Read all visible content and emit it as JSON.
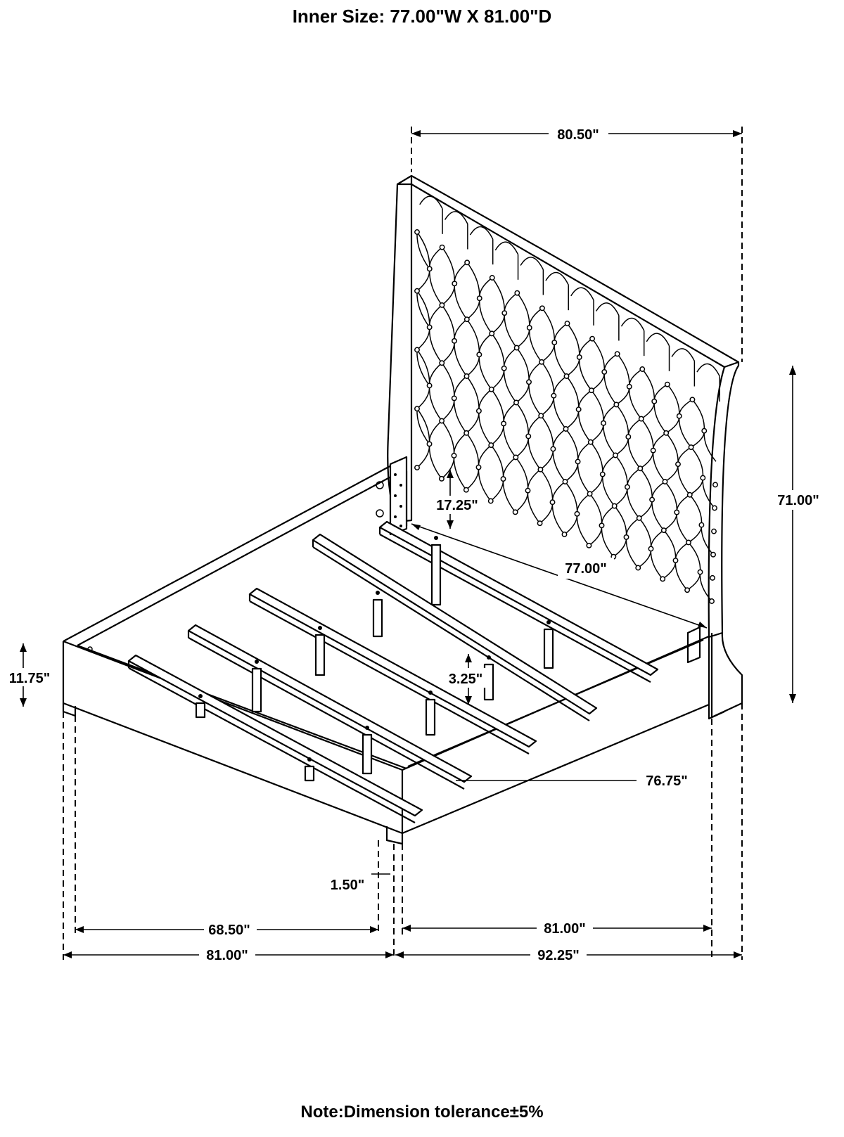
{
  "header": {
    "inner_size": "Inner Size: 77.00\"W X 81.00\"D"
  },
  "dimensions": {
    "top_width": "80.50\"",
    "headboard_height": "71.00\"",
    "side_rail_height": "17.25\"",
    "inner_width": "77.00\"",
    "rail_height": "11.75\"",
    "slat_height": "3.25\"",
    "slat_length": "76.75\"",
    "leg_height": "1.50\"",
    "front_inner": "68.50\"",
    "side_inner": "81.00\"",
    "front_outer": "81.00\"",
    "side_outer": "92.25\""
  },
  "footer": {
    "note": "Note:Dimension tolerance±5%"
  }
}
